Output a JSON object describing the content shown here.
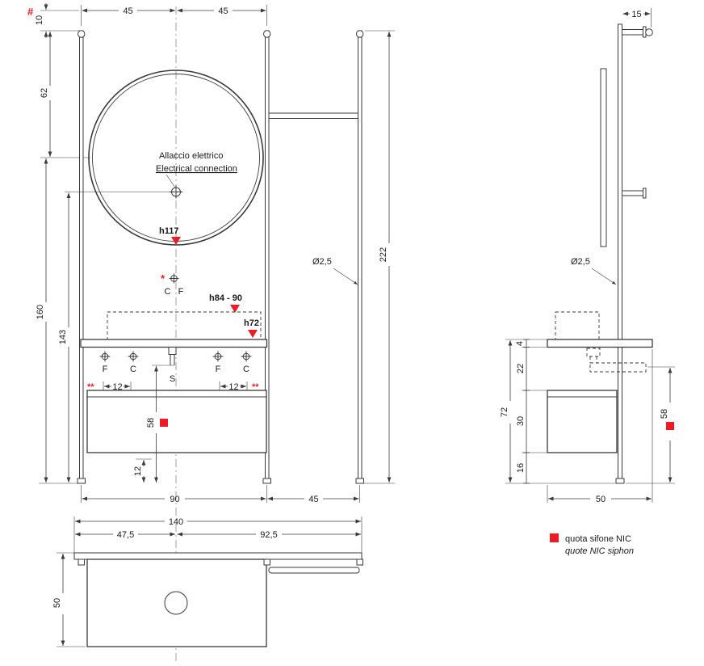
{
  "colors": {
    "line": "#3a3a3a",
    "red": "#ed1c24",
    "centerline": "#8a8a8a"
  },
  "front": {
    "hash": "#",
    "d45a": "45",
    "d45b": "45",
    "d10": "10",
    "d62": "62",
    "d160": "160",
    "d143": "143",
    "d222": "222",
    "d90": "90",
    "d45c": "45",
    "d12a": "12",
    "d12b": "12",
    "d12c": "12",
    "d58": "58",
    "dia": "Ø2,5",
    "elec1": "Allaccio elettrico",
    "elec2": "Electrical connection",
    "h117": "h117",
    "h84": "h84 - 90",
    "h72": "h72",
    "star": "*",
    "stars": "**",
    "cfC": "C",
    "cfF": "F",
    "fL": "F",
    "cL": "C",
    "s": "S",
    "fR": "F",
    "cR": "C"
  },
  "plan": {
    "d140": "140",
    "d475": "47,5",
    "d925": "92,5",
    "d50": "50"
  },
  "side": {
    "d15": "15",
    "dia": "Ø2,5",
    "d4": "4",
    "d22": "22",
    "d30": "30",
    "d16": "16",
    "d72": "72",
    "d58": "58",
    "d50": "50"
  },
  "legend": {
    "l1": "quota sifone NIC",
    "l2": "quote NIC siphon"
  }
}
